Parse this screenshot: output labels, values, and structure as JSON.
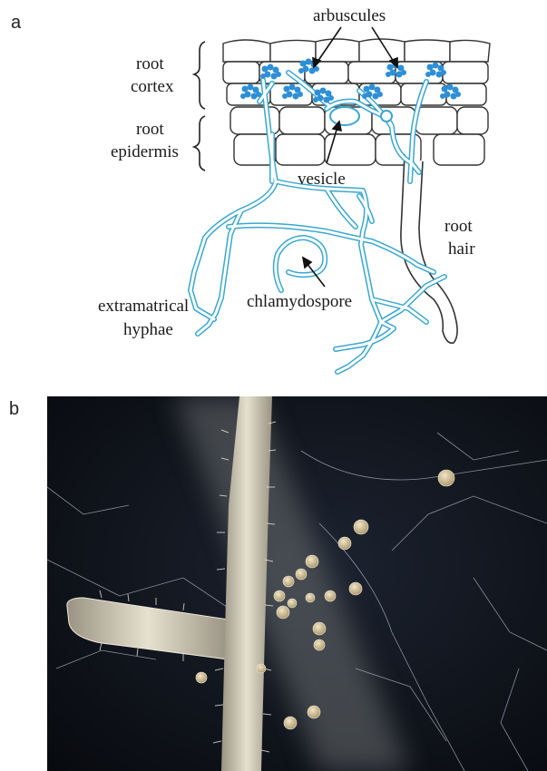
{
  "panels": {
    "a": "a",
    "b": "b"
  },
  "labels": {
    "arbuscules": "arbuscules",
    "root_cortex": [
      "root",
      "cortex"
    ],
    "root_epidermis": [
      "root",
      "epidermis"
    ],
    "vesicle": "vesicle",
    "root_hair": [
      "root",
      "hair"
    ],
    "extramatrical_hyphae": [
      "extramatrical",
      "hyphae"
    ],
    "chlamydospore": "chlamydospore"
  },
  "colors": {
    "hyphae": "#3aa7cf",
    "arbuscule": "#2e8fd6",
    "cell_outline": "#333333",
    "photo_background": "#0b0e14",
    "root_tissue": "#d8d2c2",
    "spore": "#d9c9a4"
  }
}
